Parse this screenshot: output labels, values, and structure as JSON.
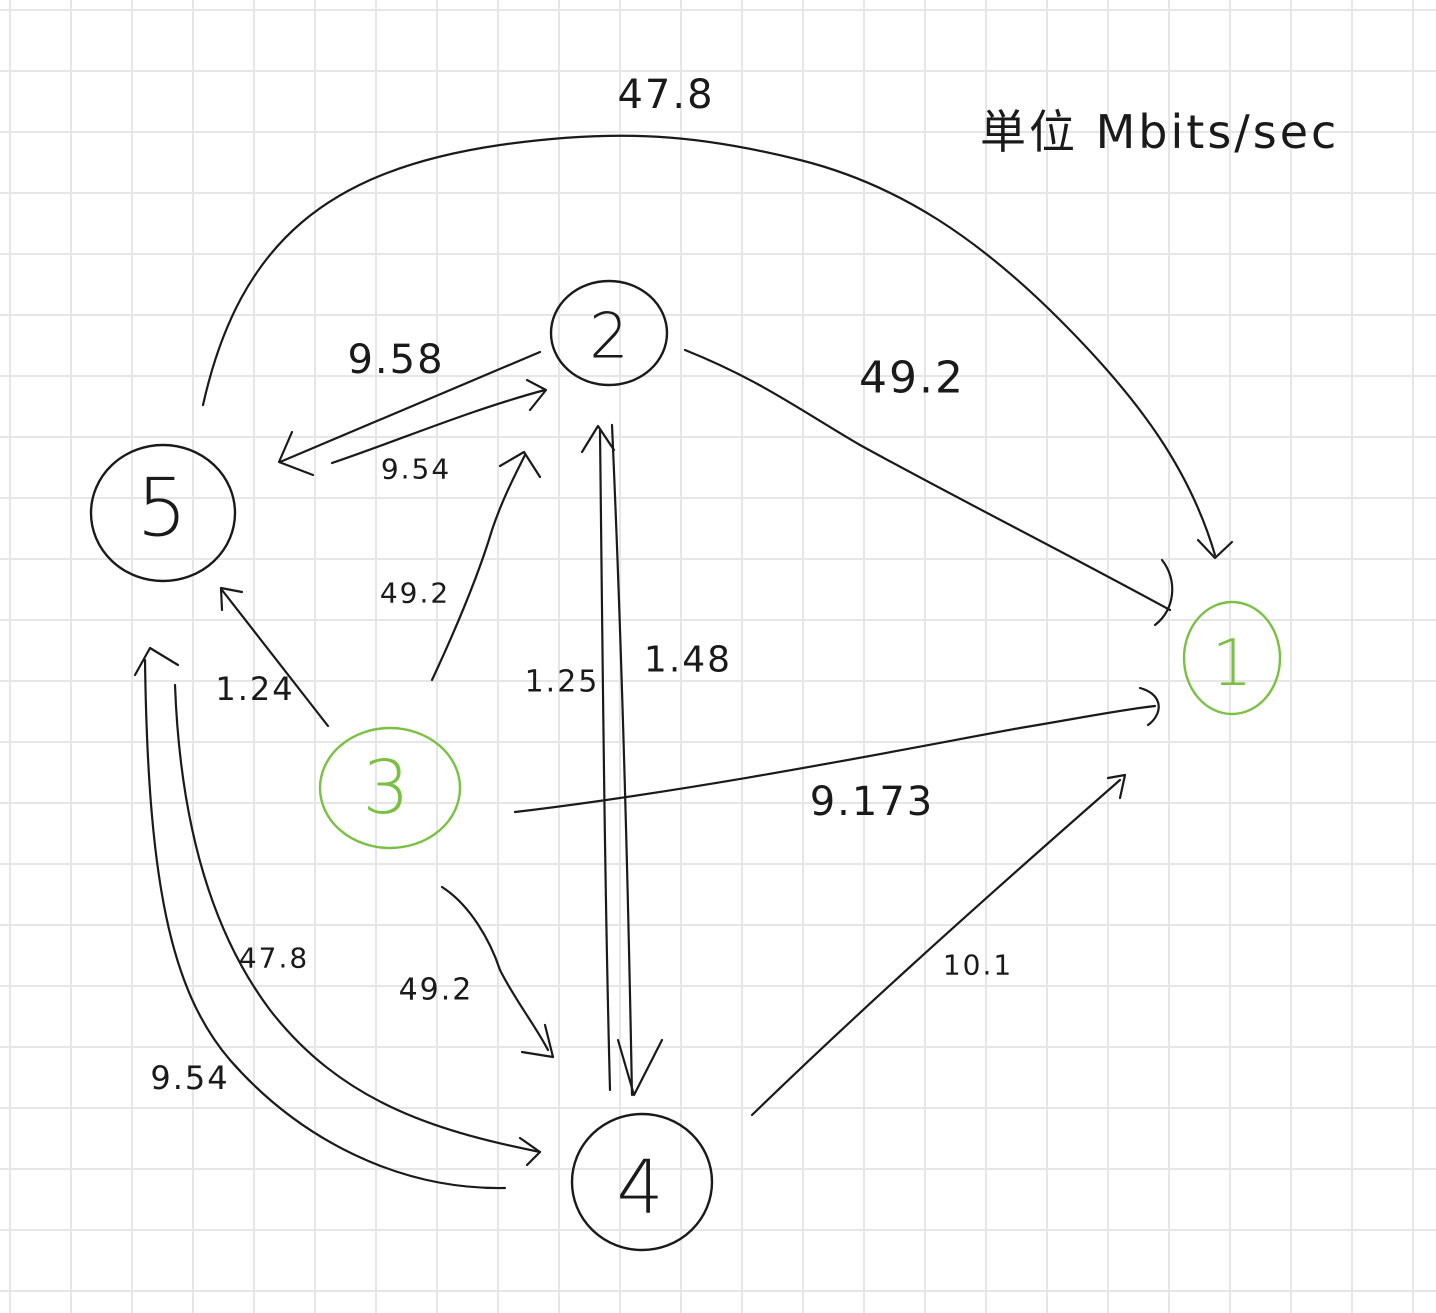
{
  "unit_note": "単位 Mbits/sec",
  "colors": {
    "ink": "#1a1a1a",
    "highlight": "#7ac143",
    "grid": "#e6e6e6",
    "paper": "#ffffff"
  },
  "nodes": [
    {
      "id": "1",
      "label": "1",
      "highlight": true
    },
    {
      "id": "2",
      "label": "2",
      "highlight": false
    },
    {
      "id": "3",
      "label": "3",
      "highlight": true
    },
    {
      "id": "4",
      "label": "4",
      "highlight": false
    },
    {
      "id": "5",
      "label": "5",
      "highlight": false
    }
  ],
  "edges": [
    {
      "from": "5",
      "to": "1",
      "label": "47.8"
    },
    {
      "from": "2",
      "to": "5",
      "label": "9.58"
    },
    {
      "from": "5",
      "to": "2",
      "label": "9.54"
    },
    {
      "from": "2",
      "to": "1",
      "label": "49.2"
    },
    {
      "from": "3",
      "to": "2",
      "label": "49.2"
    },
    {
      "from": "3",
      "to": "5",
      "label": "1.24"
    },
    {
      "from": "4",
      "to": "2",
      "label": "1.25"
    },
    {
      "from": "2",
      "to": "4",
      "label": "1.48"
    },
    {
      "from": "3",
      "to": "1",
      "label": "9.173"
    },
    {
      "from": "3",
      "to": "4",
      "label": "49.2"
    },
    {
      "from": "4",
      "to": "1",
      "label": "10.1"
    },
    {
      "from": "5",
      "to": "4",
      "label": "47.8"
    },
    {
      "from": "4",
      "to": "5",
      "label": "9.54"
    }
  ]
}
